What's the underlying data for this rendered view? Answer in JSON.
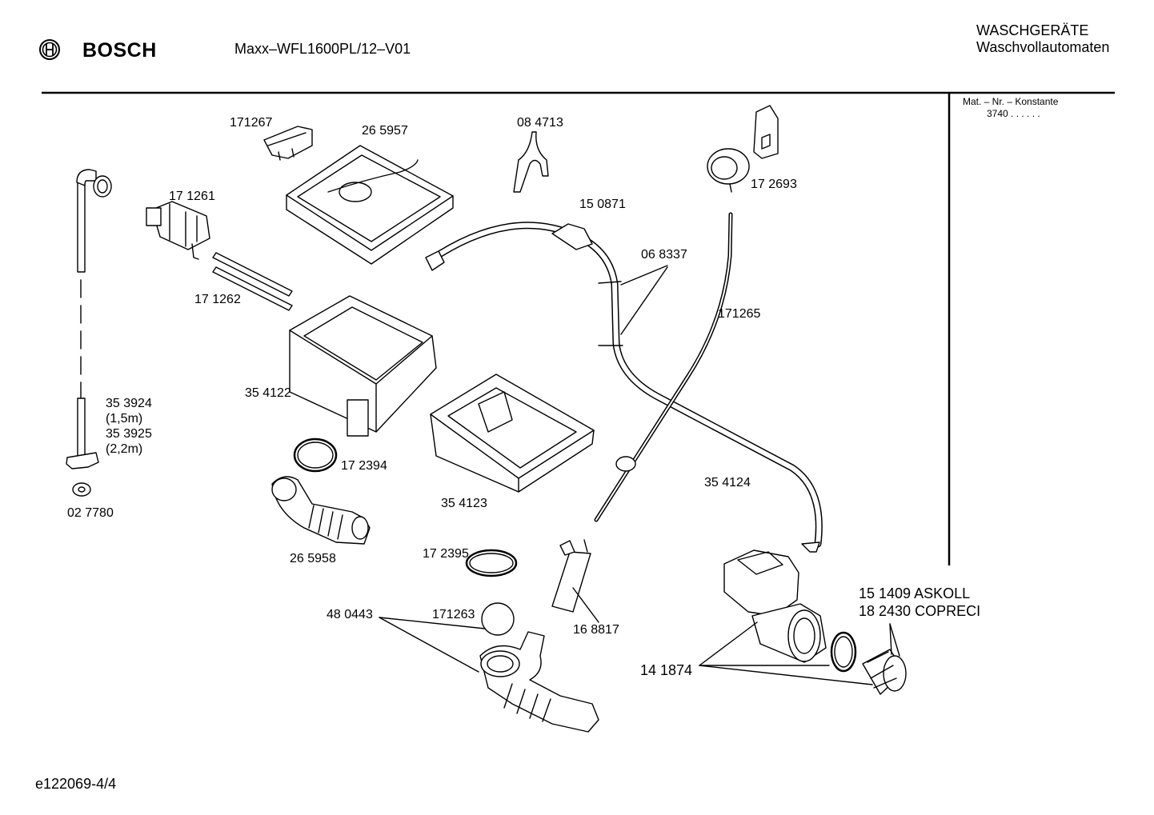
{
  "header": {
    "brand": "BOSCH",
    "model": "Maxx–WFL1600PL/12–V01",
    "category_line1": "WASCHGERÄTE",
    "category_line2": "Waschvollautomaten"
  },
  "info_box": {
    "label": "Mat. – Nr. – Konstante",
    "value": "3740  .   .   .  .  .  ."
  },
  "part_labels": {
    "p171267": "171267",
    "p265957": "26 5957",
    "p084713": "08 4713",
    "p172693": "17 2693",
    "p171261": "17 1261",
    "p150871": "15 0871",
    "p068337": "06 8337",
    "p171262": "17 1262",
    "p171265": "171265",
    "p354122": "35 4122",
    "p353924": "35 3924",
    "p353924_len": "(1,5m)",
    "p353925": "35 3925",
    "p353925_len": "(2,2m)",
    "p172394": "17 2394",
    "p354124": "35 4124",
    "p354123": "35 4123",
    "p027780": "02 7780",
    "p265958": "26 5958",
    "p172395": "17 2395",
    "p480443": "48 0443",
    "p171263": "171263",
    "p168817": "16 8817",
    "p151409": "15 1409  ASKOLL",
    "p182430": "18 2430  COPRECI",
    "p141874": "14 1874"
  },
  "footer": {
    "doc_id": "e122069-4/4"
  }
}
